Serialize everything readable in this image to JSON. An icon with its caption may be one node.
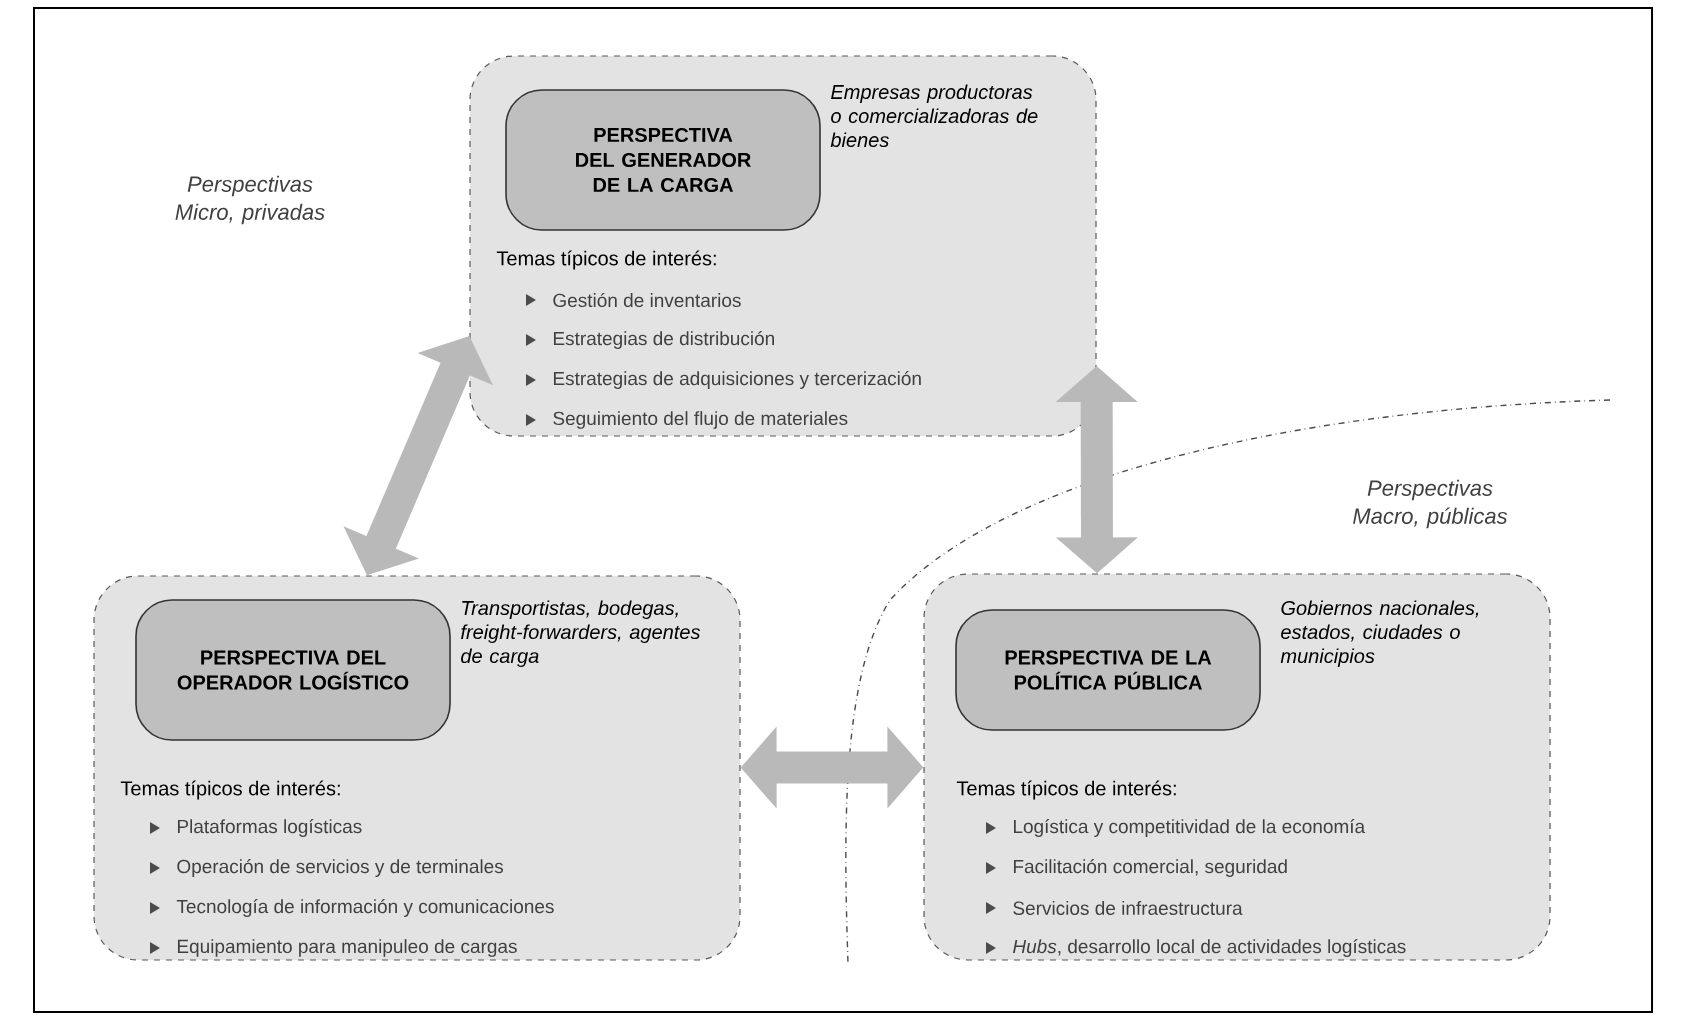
{
  "diagram": {
    "nodes": [
      {
        "text": [
          "Empresas productoras o comercializadoras de bienes",
          "Temas típicos de interés:",
          "Gestión de inventarios",
          "Estrategias de distribución",
          "Estrategias de adquisiciones y tercerización",
          "Seguimiento del flujo de materiales"
        ]
      },
      {
        "text": [
          "PERSPECTIVA DEL GENERADOR DE LA CARGA"
        ],
        "in": 0
      },
      {
        "text": [
          "Transportistas, bodegas, freight-forwarders, agentes de carga",
          "Temas típicos de interés:",
          "Plataformas logísticas",
          "Operación de servicios y de terminales",
          "Tecnología de información y comunicaciones",
          "Equipamiento para manipuleo de cargas"
        ]
      },
      {
        "text": [
          "PERSPECTIVA DEL OPERADOR LOGÍSTICO"
        ],
        "in": 2
      },
      {
        "text": [
          "Gobiernos nacionales, estados, ciudades o municipios",
          "Temas típicos de interés:",
          "Logística y competitividad de la economía",
          "Facilitación comercial, seguridad",
          "Servicios de infraestructura",
          "*Hubs*, desarrollo local de actividades logísticas"
        ]
      },
      {
        "text": [
          "PERSPECTIVA DE LA POLÍTICA PÚBLICA"
        ],
        "in": 4
      }
    ],
    "edges": [
      {
        "from": 0,
        "to": 2,
        "arrow": "both"
      },
      {
        "from": 0,
        "to": 4,
        "arrow": "both"
      },
      {
        "from": 2,
        "to": 4,
        "arrow": "both"
      }
    ],
    "labels": [
      "Perspectivas Micro, privadas",
      "Perspectivas Macro, públicas"
    ]
  }
}
